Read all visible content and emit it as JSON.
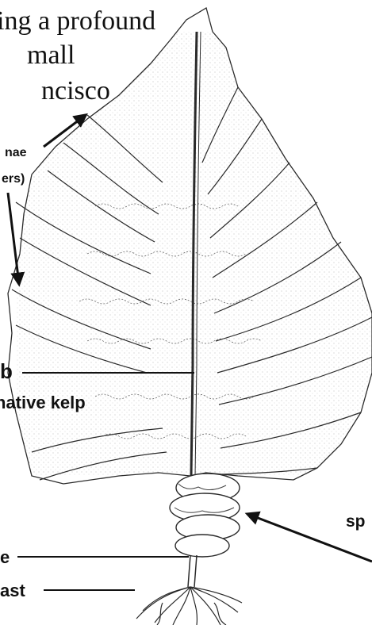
{
  "text_lines": [
    "ing a profound",
    "mall",
    "ncisco"
  ],
  "labels": {
    "pinnae_line1": "nae",
    "pinnae_line2": "ers)",
    "midrib": "b",
    "native_kelp": "native kelp",
    "sporophylls": "sp",
    "stipe": "e",
    "holdfast": "ast"
  }
}
